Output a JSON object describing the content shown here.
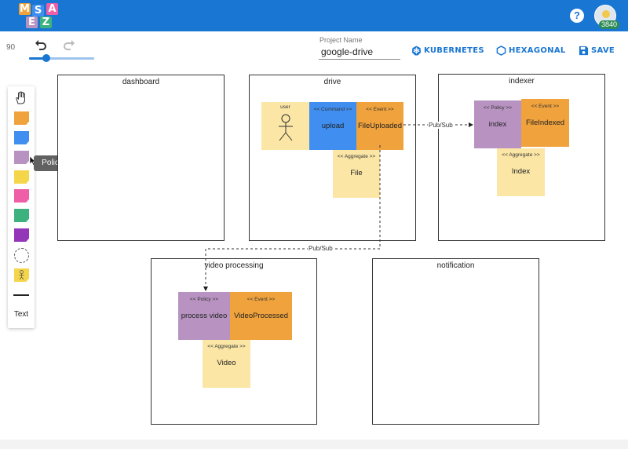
{
  "app": {
    "logo_letters": [
      "M",
      "S",
      "A",
      "E",
      "Z"
    ],
    "help_label": "?",
    "user_badge": "3840"
  },
  "toolbar": {
    "zoom": "90",
    "project_name_label": "Project Name",
    "project_name_value": "google-drive",
    "kubernetes_label": "KUBERNETES",
    "hexagonal_label": "HEXAGONAL",
    "save_label": "SAVE"
  },
  "palette": {
    "tooltip": "Policy",
    "text_label": "Text",
    "swatch_colors": [
      "#f0a23c",
      "#3f8ef0",
      "#b893c2",
      "#f5d64a",
      "#ee5fa7",
      "#3eb27e",
      "#9436b8"
    ]
  },
  "contexts": {
    "dashboard": "dashboard",
    "drive": "drive",
    "indexer": "indexer",
    "video": "video processing",
    "notification": "notification"
  },
  "stickers": {
    "actor_type": "user",
    "command_type": "<< Command >>",
    "command_name": "upload",
    "event_type": "<< Event >>",
    "event_name": "FileUploaded",
    "aggregate_type": "<< Aggregate >>",
    "aggregate_name": "File",
    "idx_policy_type": "<< Policy >>",
    "idx_policy_name": "index",
    "idx_event_type": "<< Event >>",
    "idx_event_name": "FileIndexed",
    "idx_aggregate_type": "<< Aggregate >>",
    "idx_aggregate_name": "Index",
    "vp_policy_type": "<< Policy >>",
    "vp_policy_name": "process video",
    "vp_event_type": "<< Event >>",
    "vp_event_name": "VideoProcessed",
    "vp_aggregate_type": "<< Aggregate >>",
    "vp_aggregate_name": "Video"
  },
  "edges": {
    "pubsub_1": "Pub/Sub",
    "pubsub_2": "Pub/Sub"
  },
  "colors": {
    "primary": "#1976d2",
    "event": "#f0a23c",
    "command": "#3f8ef0",
    "policy": "#b893c2",
    "aggregate": "#fbe6a6",
    "actor": "#fbe6a6"
  }
}
